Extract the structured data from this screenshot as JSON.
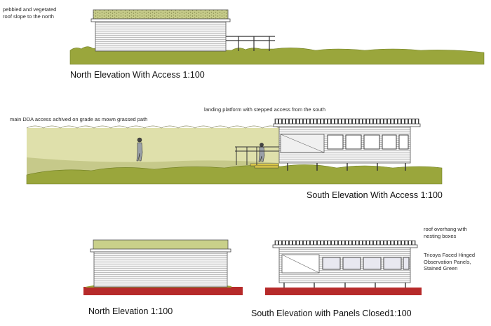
{
  "colors": {
    "vegetation": "#9aa63c",
    "vegetation_dark": "#6f7d22",
    "sky_field": "#dfe0ab",
    "ground_strip": "#b62a2a",
    "cladding": "#f2f2f2",
    "cladding_line": "#8a8a8a",
    "roof_green": "#c9d08a",
    "window_fill": "#e8e8f0"
  },
  "annotations": {
    "roof_slope": "pebbled and vegetated\nroof slope to the north",
    "dda_access": "main DDA access achived on grade as mown grassed path",
    "landing_platform": "landing platform with stepped access from the south",
    "roof_overhang": "roof overhang with\nnesting boxes",
    "tricoya_panels": "Tricoya Faced Hinged\nObservation Panels,\nStained Green"
  },
  "captions": {
    "north_access": "North Elevation With Access 1:100",
    "south_access": "South Elevation With Access 1:100",
    "north": "North Elevation 1:100",
    "south_closed": "South Elevation with Panels Closed1:100"
  }
}
